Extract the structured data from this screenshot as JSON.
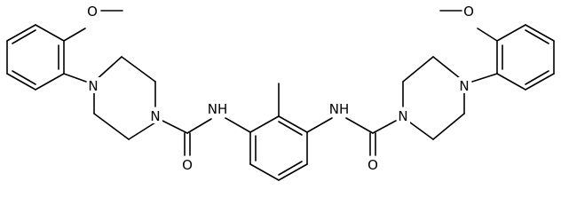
{
  "atoms": {
    "o_methoxy_left": "O",
    "n_aryl_left": "N",
    "n_amide_left": "N",
    "nh_left": "NH",
    "o_carbonyl_left": "O",
    "nh_right": "NH",
    "o_carbonyl_right": "O",
    "n_amide_right": "N",
    "n_aryl_right": "N",
    "o_methoxy_right": "O"
  },
  "colors": {
    "bond": "#000000",
    "label": "#000000",
    "background": "#ffffff"
  }
}
